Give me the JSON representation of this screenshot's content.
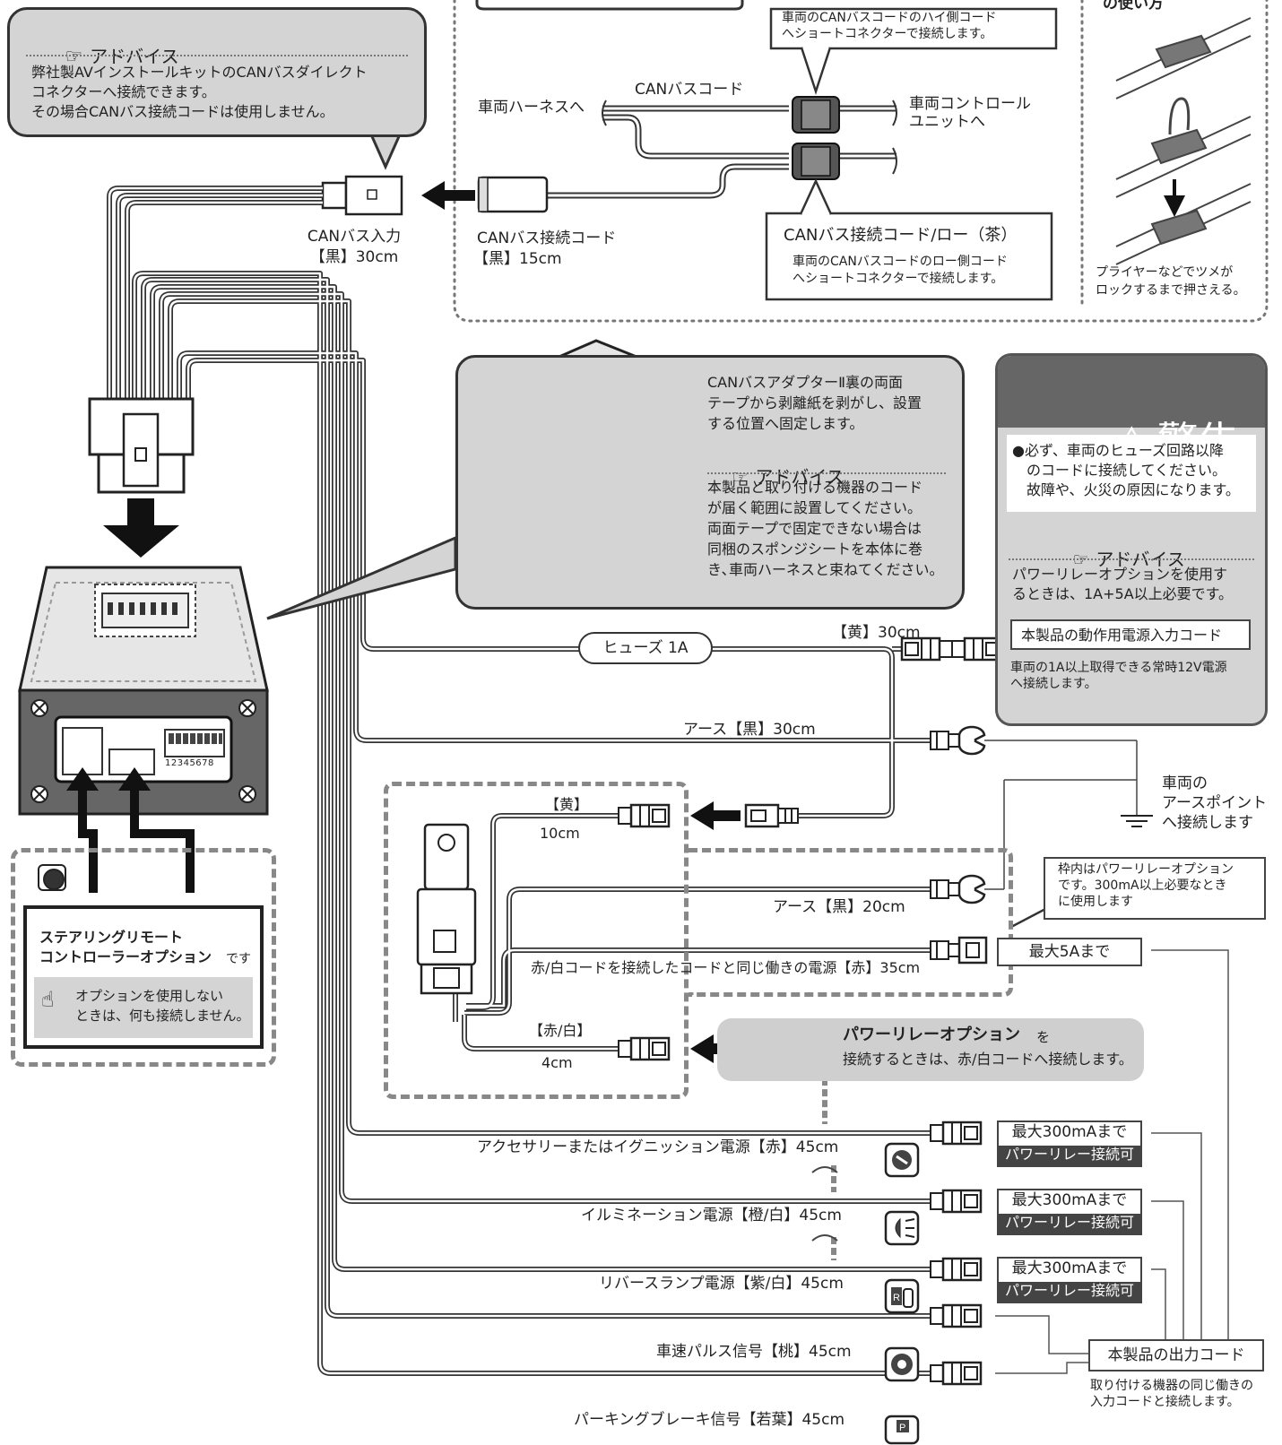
{
  "top_advice": {
    "heading": "アドバイス",
    "lines": [
      "弊社製AVインストールキットのCANバスダイレクト",
      "コネクターへ接続できます。",
      "その場合CANバス接続コードは使用しません。"
    ]
  },
  "can_section": {
    "hi_note_lines": [
      "車両のCANバスコードのハイ側コード",
      "へショートコネクターで接続します。"
    ],
    "can_cord_label": "CANバスコード",
    "to_harness": "車両ハーネスへ",
    "to_control_unit_lines": [
      "車両コントロール",
      "ユニットへ"
    ],
    "can_input_lines": [
      "CANバス入力",
      "【黒】30cm"
    ],
    "can_connect_cord_lines": [
      "CANバス接続コード",
      "【黒】15cm"
    ],
    "lo_title": "CANバス接続コード/ロー（茶）",
    "lo_note_lines": [
      "車両のCANバスコードのロー側コード",
      "へショートコネクターで接続します。"
    ],
    "usage_heading": "の使い方",
    "usage_note_lines": [
      "プライヤーなどでツメが",
      "ロックするまで押さえる。"
    ]
  },
  "install_callout": {
    "text_lines": [
      "CANバスアダプターⅡ裏の両面",
      "テープから剥離紙を剥がし、設置",
      "する位置へ固定します。"
    ],
    "advice_heading": "アドバイス",
    "advice_lines": [
      "本製品と取り付ける機器のコード",
      "が届く範囲に設置してください。",
      "両面テープで固定できない場合は",
      "同梱のスポンジシートを本体に巻",
      "き､車両ハーネスと束ねてください。"
    ]
  },
  "warning": {
    "title": "警告",
    "lines": [
      "●必ず、車両のヒューズ回路以降",
      "　のコードに接続してください。",
      "　故障や、火災の原因になります。"
    ],
    "advice_heading": "アドバイス",
    "advice_lines": [
      "パワーリレーオプションを使用す",
      "るときは、1A+5A以上必要です。"
    ]
  },
  "power_input": {
    "fuse": "ヒューズ 1A",
    "wire": "【黄】30cm",
    "label": "本製品の動作用電源入力コード",
    "note_lines": [
      "車両の1A以上取得できる常時12V電源",
      "へ接続します。"
    ]
  },
  "ground": {
    "wire": "アース【黒】30cm",
    "point_lines": [
      "車両の",
      "アースポイント",
      "へ接続します"
    ]
  },
  "relay_option": {
    "yellow_lines": [
      "【黄】",
      "10cm"
    ],
    "ground20": "アース【黒】20cm",
    "frame_note_lines": [
      "枠内はパワーリレーオプション",
      "です。300mA以上必要なとき",
      "に使用します"
    ],
    "red35": "赤/白コードを接続したコードと同じ働きの電源【赤】35cm",
    "max5a": "最大5Aまで",
    "redwhite_lines": [
      "【赤/白】",
      "4cm"
    ],
    "banner_title": "パワーリレーオプション",
    "banner_wo": "を",
    "banner_sub": "接続するときは、赤/白コードへ接続します。"
  },
  "steering": {
    "title_lines": [
      "ステアリングリモート",
      "コントローラーオプション"
    ],
    "desu": "です",
    "note_lines": [
      "オプションを使用しない",
      "ときは、何も接続しません。"
    ]
  },
  "dip_numbers": "12345678",
  "outputs": [
    {
      "label": "アクセサリーまたはイグニッション電源【赤】45cm",
      "max": "最大300mAまで",
      "relay": "パワーリレー接続可",
      "icon": "ignition-key-icon"
    },
    {
      "label": "イルミネーション電源【橙/白】45cm",
      "max": "最大300mAまで",
      "relay": "パワーリレー接続可",
      "icon": "headlight-icon"
    },
    {
      "label": "リバースランプ電源【紫/白】45cm",
      "max": "最大300mAまで",
      "relay": "パワーリレー接続可",
      "icon": "reverse-gear-icon"
    },
    {
      "label": "車速パルス信号【桃】45cm",
      "icon": "tire-icon"
    },
    {
      "label": "パーキングブレーキ信号【若葉】45cm",
      "icon": "parking-brake-icon"
    }
  ],
  "output_cord": {
    "label": "本製品の出力コード",
    "note_lines": [
      "取り付ける機器の同じ働きの",
      "入力コードと接続します。"
    ]
  }
}
